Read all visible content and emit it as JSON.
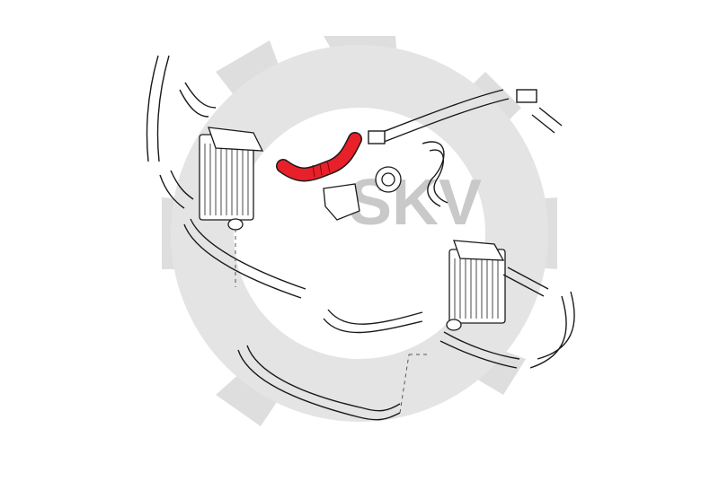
{
  "watermark": {
    "brand": "SKV",
    "color": "#d9d9d9"
  },
  "diagram": {
    "highlight_color": "#e8202a",
    "line_color": "#1a1a1a",
    "parts": [
      "intercooler-left",
      "intercooler-right",
      "highlighted-hose",
      "throttle-body",
      "upper-left-hose",
      "upper-right-pipe",
      "lower-long-pipe",
      "lower-right-hose"
    ]
  }
}
